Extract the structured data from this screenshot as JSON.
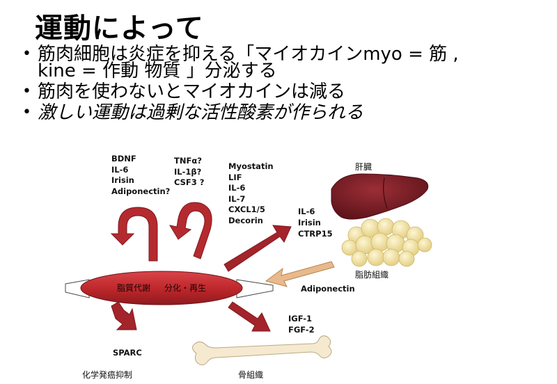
{
  "title": "運動によって",
  "bullets": [
    {
      "text": "筋肉細胞は炎症を抑える「マイオカインmyo = 筋 ,",
      "cont": "kine = 作動 物質 」分泌する",
      "italic": false
    },
    {
      "text": "筋肉を使わないとマイオカインは減る",
      "italic": false
    },
    {
      "text": "激しい運動は過剰な活性酸素が作られる",
      "italic": true
    }
  ],
  "bullet_glyph": "•",
  "diagram": {
    "muscle_left_label": "脂質代謝",
    "muscle_right_label": "分化・再生",
    "group1": [
      "BDNF",
      "IL-6",
      "Irisin",
      "Adiponectin?"
    ],
    "group2": [
      "TNFα?",
      "IL-1β?",
      "CSF3 ?"
    ],
    "group3": [
      "Myostatin",
      "LIF",
      "IL-6",
      "IL-7",
      "CXCL1/5",
      "Decorin"
    ],
    "to_liver": [
      "IL-6",
      "Irisin",
      "CTRP15"
    ],
    "liver_label": "肝臓",
    "fat_label": "脂肪組織",
    "from_fat": "Adiponectin",
    "to_bone": [
      "IGF-1",
      "FGF-2"
    ],
    "bone_label": "骨組織",
    "down_label": "SPARC",
    "cancer_label": "化学発癌抑制"
  },
  "colors": {
    "muscle": "#c0282c",
    "arrow_red": "#a3242a",
    "arrow_tan": "#e8b98c",
    "liver": "#7a1e26",
    "fat": "#f3e4a6",
    "bone": "#f5ead0"
  }
}
